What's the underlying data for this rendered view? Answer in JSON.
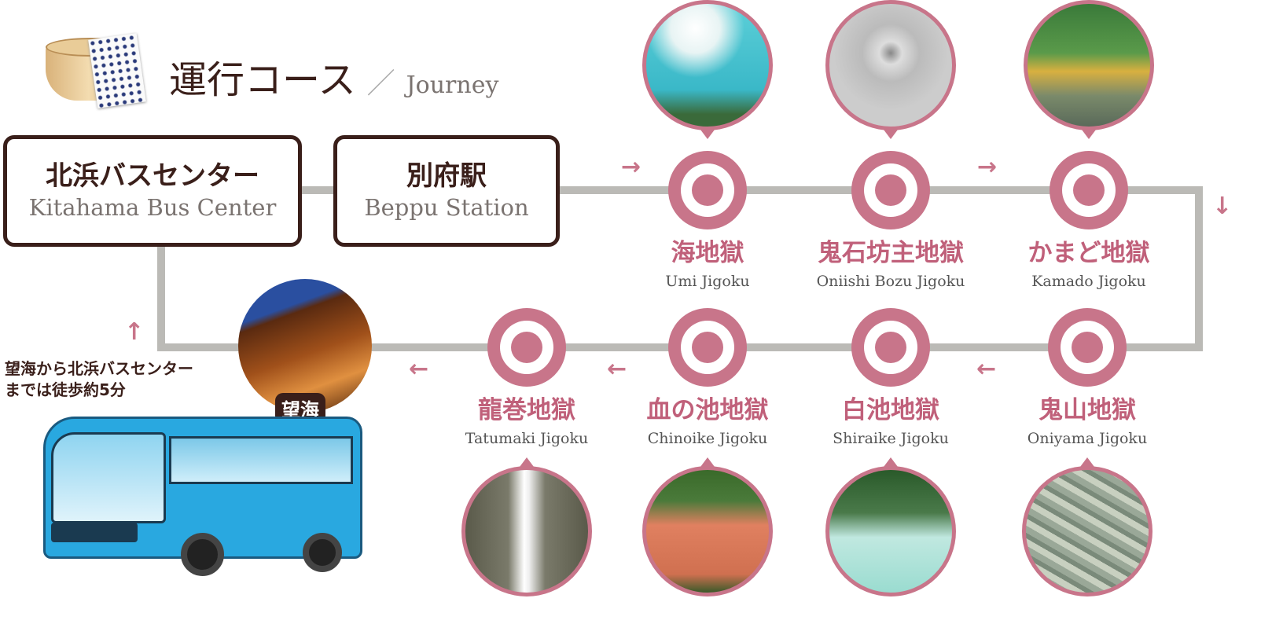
{
  "header": {
    "title": "運行コース",
    "separator": "／",
    "subtitle": "Journey",
    "icon": "wooden-bath-tub-icon"
  },
  "colors": {
    "accent": "#c8758a",
    "line": "#bbbab6",
    "dark": "#3a1f1a",
    "bus": "#29a8e0"
  },
  "start_stops": [
    {
      "jp": "北浜バスセンター",
      "en": "Kitahama Bus Center"
    },
    {
      "jp": "別府駅",
      "en": "Beppu Station"
    }
  ],
  "stations": [
    {
      "jp": "海地獄",
      "en": "Umi Jigoku"
    },
    {
      "jp": "鬼石坊主地獄",
      "en": "Oniishi Bozu Jigoku"
    },
    {
      "jp": "かまど地獄",
      "en": "Kamado Jigoku"
    },
    {
      "jp": "鬼山地獄",
      "en": "Oniyama Jigoku"
    },
    {
      "jp": "白池地獄",
      "en": "Shiraike Jigoku"
    },
    {
      "jp": "血の池地獄",
      "en": "Chinoike Jigoku"
    },
    {
      "jp": "龍巻地獄",
      "en": "Tatumaki Jigoku"
    }
  ],
  "hotel": {
    "label": "望海"
  },
  "note": {
    "line1": "望海から北浜バスセンター",
    "line2": "までは徒歩約5分"
  }
}
